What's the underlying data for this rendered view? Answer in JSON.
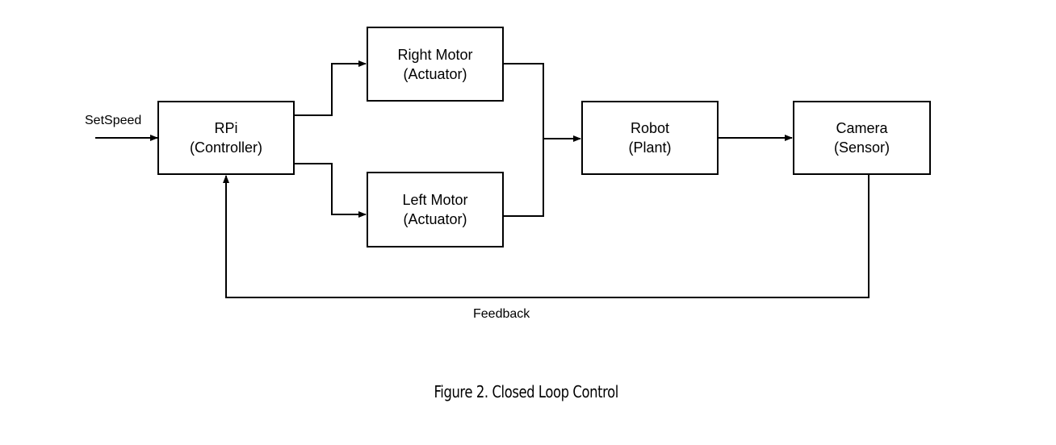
{
  "blocks": {
    "rpi": {
      "title": "RPi",
      "subtitle": "(Controller)"
    },
    "right_motor": {
      "title": "Right Motor",
      "subtitle": "(Actuator)"
    },
    "left_motor": {
      "title": "Left Motor",
      "subtitle": "(Actuator)"
    },
    "robot": {
      "title": "Robot",
      "subtitle": "(Plant)"
    },
    "camera": {
      "title": "Camera",
      "subtitle": "(Sensor)"
    }
  },
  "labels": {
    "input": "SetSpeed",
    "feedback": "Feedback"
  },
  "caption": "Figure 2. Closed Loop Control"
}
